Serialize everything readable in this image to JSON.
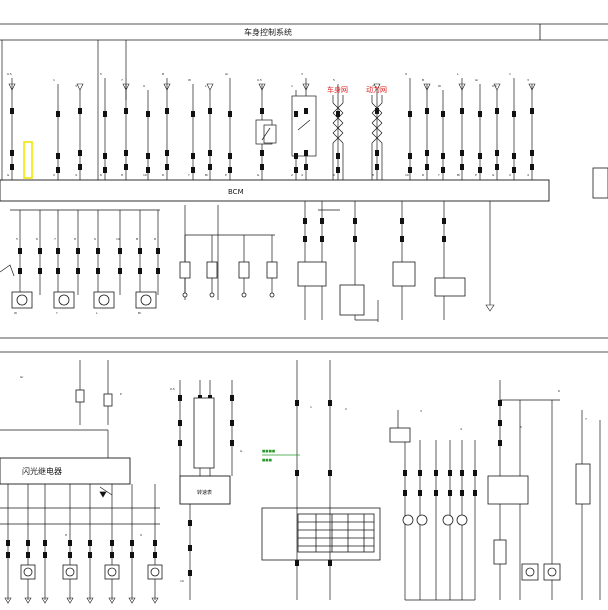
{
  "title": "车身控制系统",
  "bcm_label": "BCM",
  "bus_labels": [
    "车身网",
    "动力网"
  ],
  "flasher_relay_label": "闪光继电器",
  "mid_box_label": "转速表",
  "small_labels": [
    "0.5",
    "G",
    "1",
    "2",
    "3",
    "4",
    "5",
    "6",
    "7",
    "8",
    "9",
    "10",
    "B",
    "R",
    "W",
    "Y",
    "L",
    "Br",
    "Gr",
    "P"
  ],
  "colors": {
    "line": "#1a1a1a",
    "accent_red": "#e02020",
    "accent_green": "#2a9a2a",
    "highlight_yellow": "#f2e600",
    "connector_fill": "#111111",
    "component_fill": "#ffffff"
  }
}
